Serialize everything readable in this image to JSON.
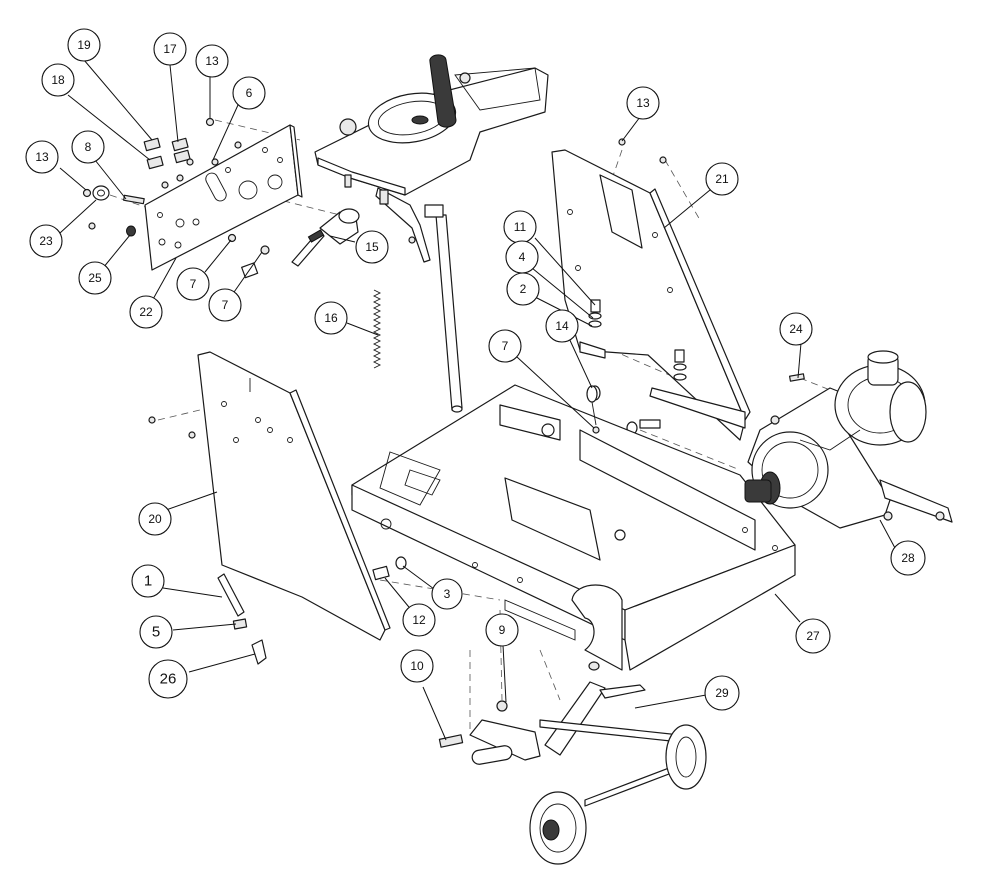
{
  "callouts": [
    {
      "id": "c19",
      "label": "19"
    },
    {
      "id": "c18",
      "label": "18"
    },
    {
      "id": "c17",
      "label": "17"
    },
    {
      "id": "c13a",
      "label": "13"
    },
    {
      "id": "c6",
      "label": "6"
    },
    {
      "id": "c13b",
      "label": "13"
    },
    {
      "id": "c8",
      "label": "8"
    },
    {
      "id": "c23",
      "label": "23"
    },
    {
      "id": "c25",
      "label": "25"
    },
    {
      "id": "c22",
      "label": "22"
    },
    {
      "id": "c7a",
      "label": "7"
    },
    {
      "id": "c7b",
      "label": "7"
    },
    {
      "id": "c15",
      "label": "15"
    },
    {
      "id": "c16",
      "label": "16"
    },
    {
      "id": "c13c",
      "label": "13"
    },
    {
      "id": "c21",
      "label": "21"
    },
    {
      "id": "c11",
      "label": "11"
    },
    {
      "id": "c4",
      "label": "4"
    },
    {
      "id": "c2",
      "label": "2"
    },
    {
      "id": "c14",
      "label": "14"
    },
    {
      "id": "c7c",
      "label": "7"
    },
    {
      "id": "c24",
      "label": "24"
    },
    {
      "id": "c20",
      "label": "20"
    },
    {
      "id": "c1",
      "label": "1"
    },
    {
      "id": "c5",
      "label": "5"
    },
    {
      "id": "c26",
      "label": "26"
    },
    {
      "id": "c3",
      "label": "3"
    },
    {
      "id": "c12",
      "label": "12"
    },
    {
      "id": "c9",
      "label": "9"
    },
    {
      "id": "c10",
      "label": "10"
    },
    {
      "id": "c27",
      "label": "27"
    },
    {
      "id": "c28",
      "label": "28"
    },
    {
      "id": "c29",
      "label": "29"
    }
  ]
}
